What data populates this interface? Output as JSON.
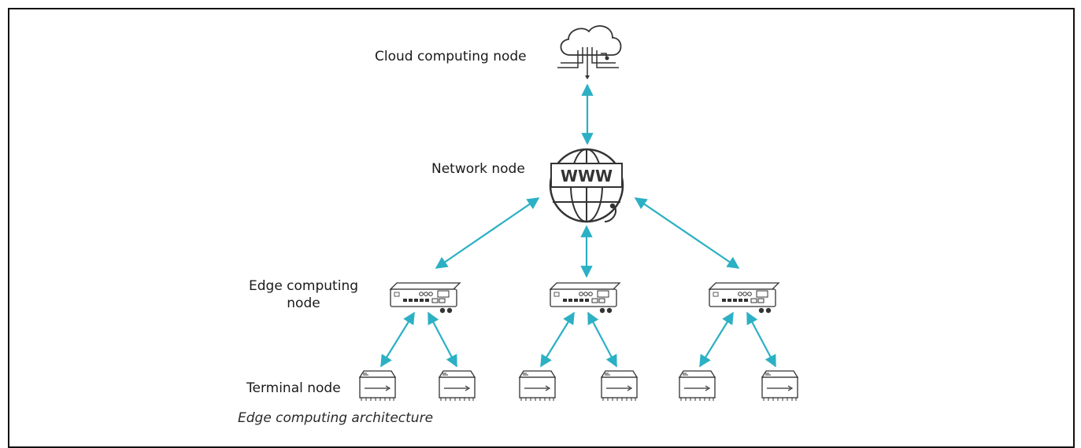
{
  "labels": {
    "cloud": "Cloud computing node",
    "network": "Network node",
    "edge_line1": "Edge computing",
    "edge_line2": "node",
    "terminal": "Terminal node"
  },
  "network_icon_text": "WWW",
  "caption": "Edge computing architecture",
  "colors": {
    "arrow": "#2bb0c4",
    "icon_stroke": "#333333",
    "frame": "#111111"
  },
  "icons": {
    "cloud": "cloud-icon",
    "network": "globe-www-icon",
    "edge": "edge-router-icon",
    "terminal": "terminal-device-icon"
  }
}
